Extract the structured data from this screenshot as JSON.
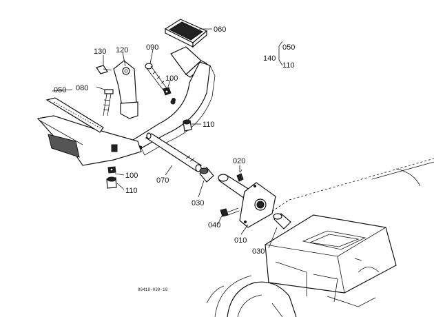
{
  "labels": {
    "p060": "060",
    "p130": "130",
    "p120": "120",
    "p090": "090",
    "p050": "050",
    "p080": "080",
    "p100a": "100",
    "p110a": "110",
    "p100b": "100",
    "p110b": "110",
    "p070": "070",
    "p020": "020",
    "p030a": "030",
    "p040": "040",
    "p010": "010",
    "p030b": "030",
    "p140": "140",
    "g050": "050",
    "g110": "110"
  },
  "reference_code": "86418-039-10"
}
